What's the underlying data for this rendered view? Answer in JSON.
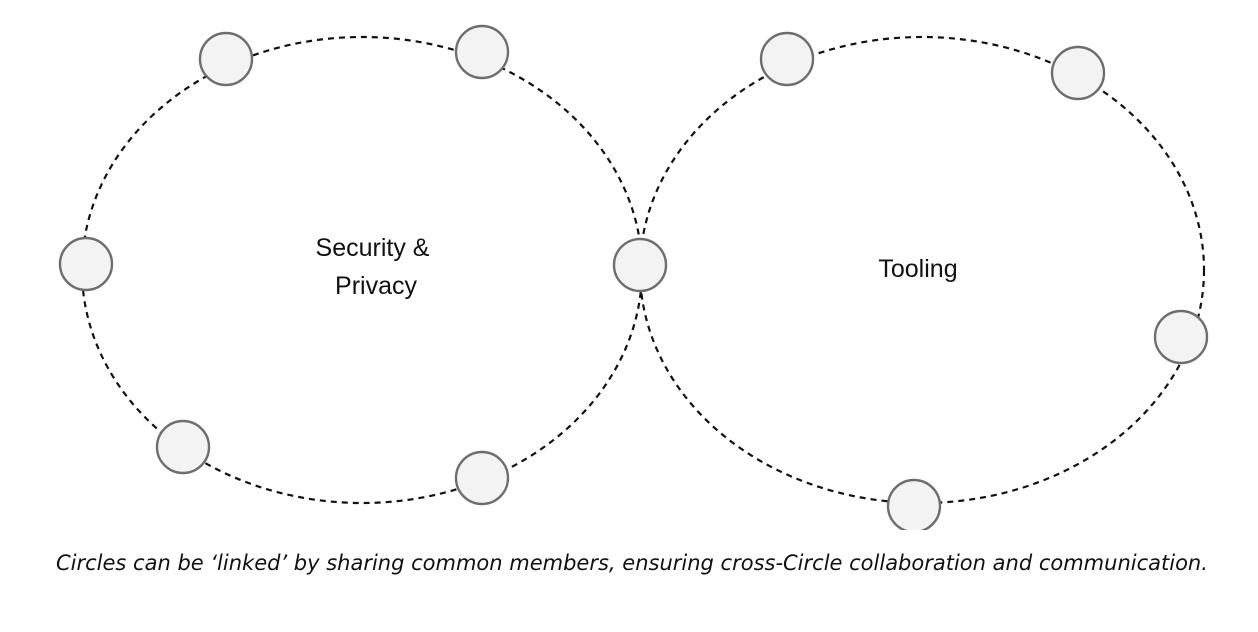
{
  "circles": [
    {
      "id": "security-privacy",
      "label_lines": [
        "Security &",
        "Privacy"
      ]
    },
    {
      "id": "tooling",
      "label_lines": [
        "Tooling"
      ]
    }
  ],
  "caption": "Circles can be ‘linked’ by sharing common members, ensuring cross-Circle collaboration and communication.",
  "colors": {
    "loop_stroke": "#111111",
    "member_fill": "#f3f3f3",
    "member_stroke": "#6e6e6e",
    "text": "#111111"
  }
}
